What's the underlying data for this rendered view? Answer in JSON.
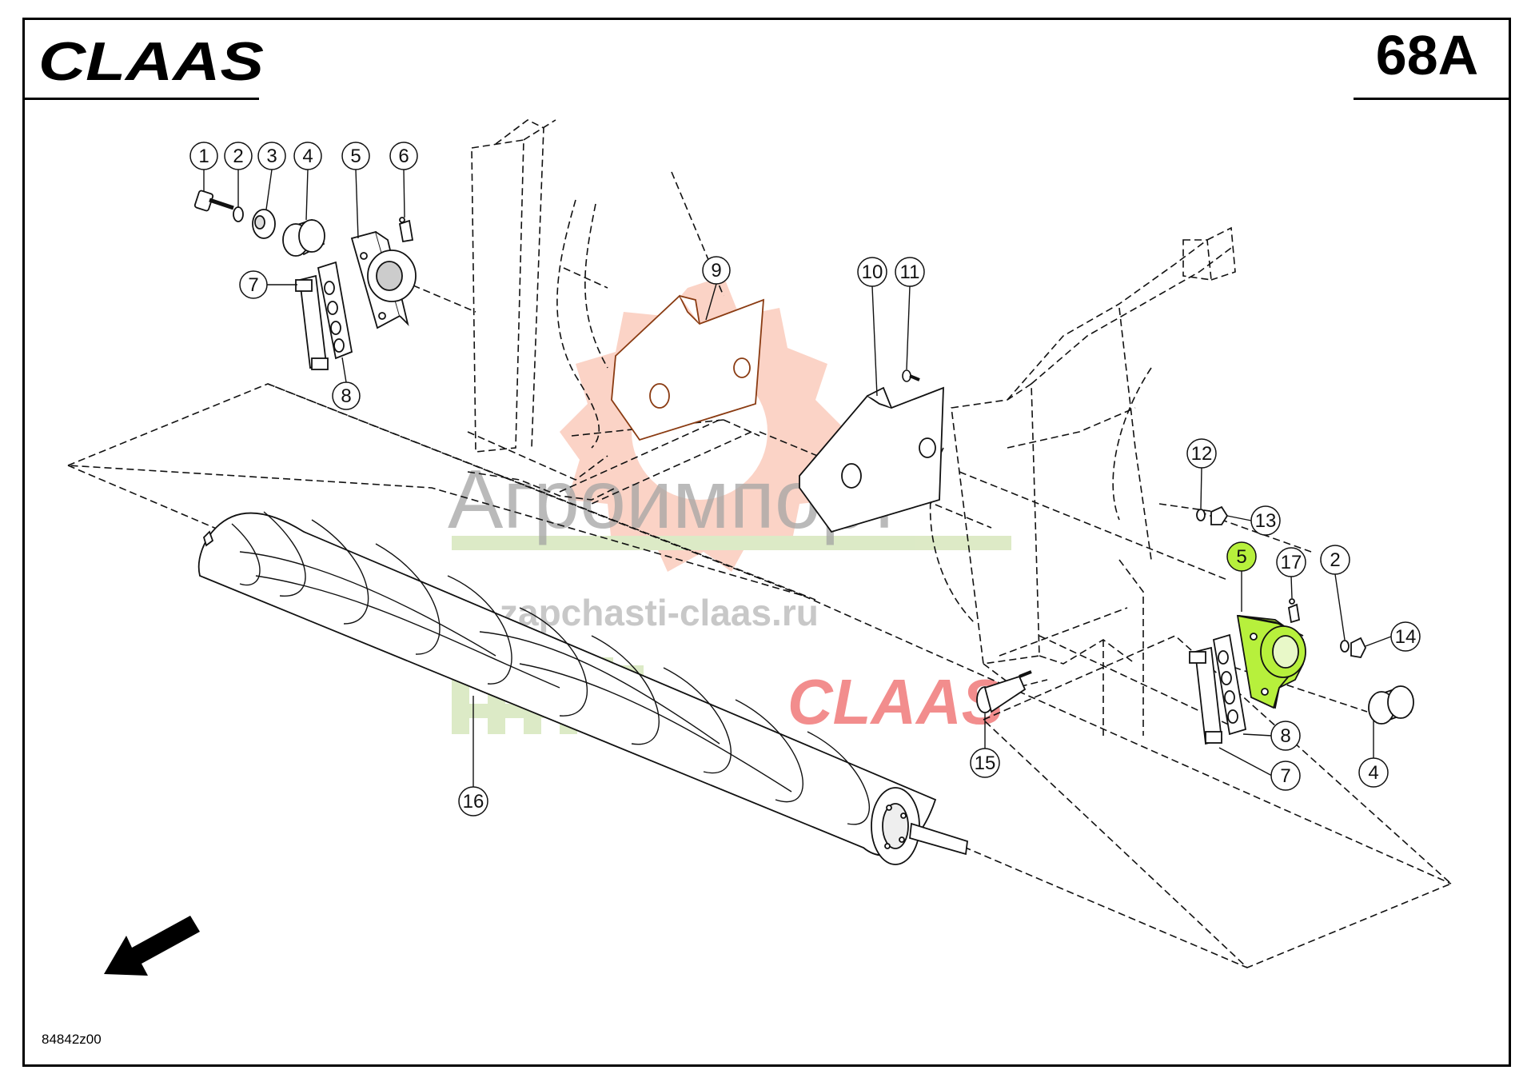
{
  "header": {
    "brand": "CLAAS",
    "page_code": "68A"
  },
  "footer": {
    "drawing_number": "84842z00"
  },
  "callouts": [
    {
      "label": "1"
    },
    {
      "label": "2"
    },
    {
      "label": "3"
    },
    {
      "label": "4"
    },
    {
      "label": "5"
    },
    {
      "label": "6"
    },
    {
      "label": "7"
    },
    {
      "label": "8"
    },
    {
      "label": "9"
    },
    {
      "label": "10"
    },
    {
      "label": "11"
    },
    {
      "label": "12"
    },
    {
      "label": "13"
    },
    {
      "label": "5",
      "highlighted": true
    },
    {
      "label": "17"
    },
    {
      "label": "2"
    },
    {
      "label": "14"
    },
    {
      "label": "8"
    },
    {
      "label": "15"
    },
    {
      "label": "7"
    },
    {
      "label": "4"
    },
    {
      "label": "16"
    }
  ],
  "watermark": {
    "company": "Агроимпорт",
    "site": "zapchasti-claas.ru",
    "brand": "CLAAS"
  },
  "colors": {
    "highlight": "#b7f03c",
    "watermark_orange": "#f6a58c",
    "watermark_green": "#d9e8c0",
    "watermark_red": "#ee6b6b"
  }
}
